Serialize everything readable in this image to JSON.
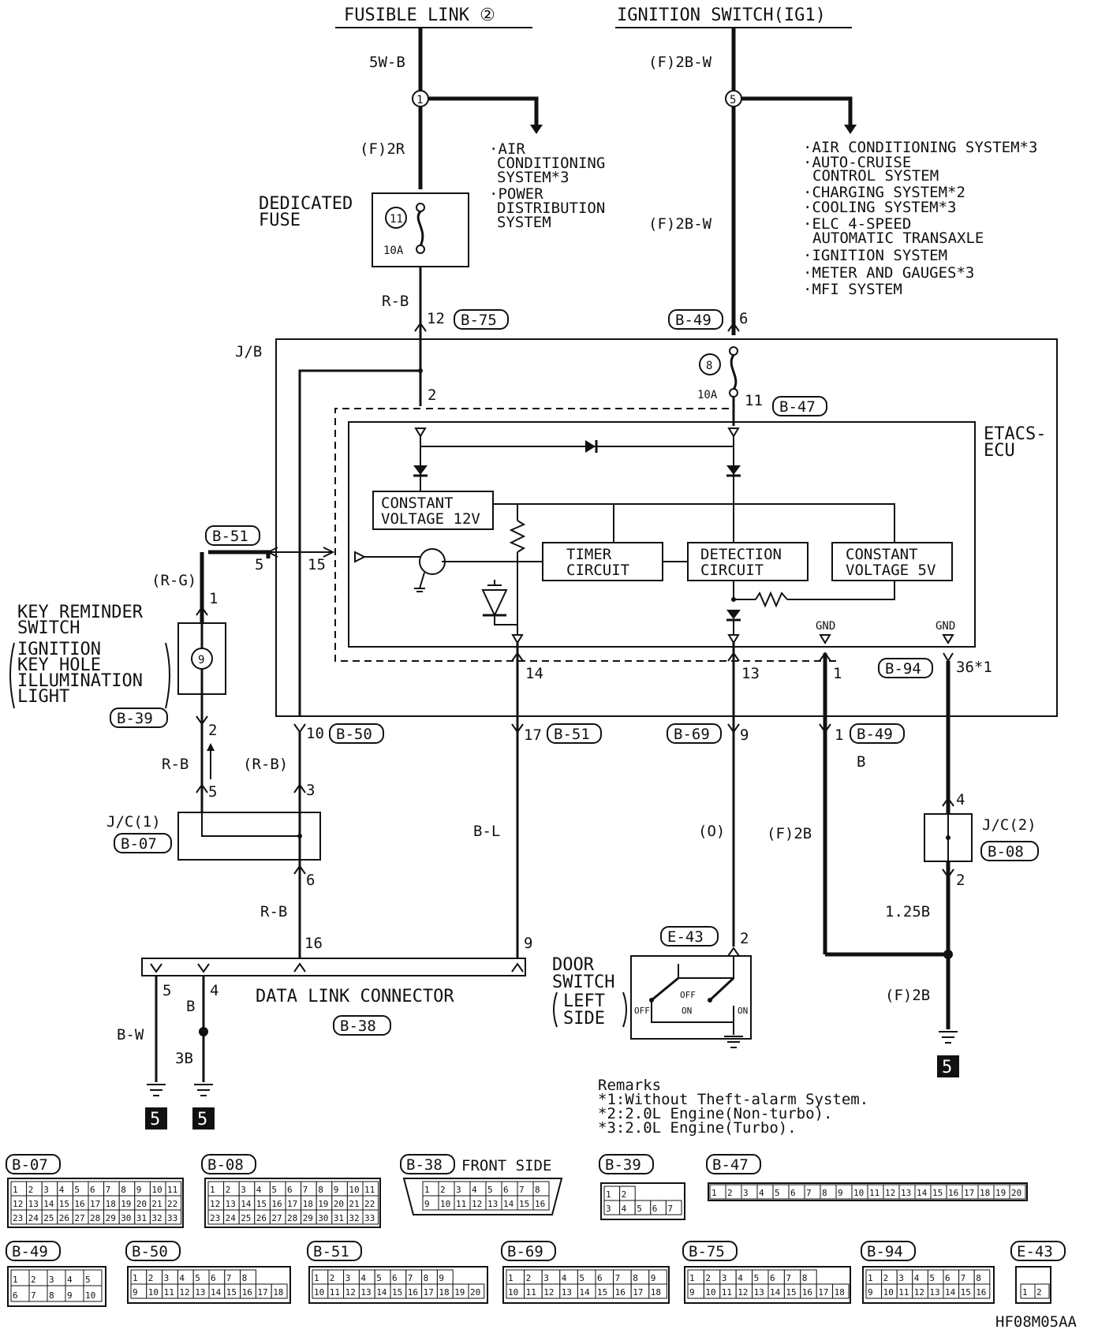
{
  "sources": {
    "fusible_link": "FUSIBLE LINK ②",
    "ignition_switch": "IGNITION SWITCH(IG1)"
  },
  "wire_colors": {
    "fl_main": "5W-B",
    "fl_to_fuse": "(F)2R",
    "ig_main": "(F)2B-W",
    "ig_mid": "(F)2B-W",
    "fuse_out": "R-B",
    "key_top": "(R-G)",
    "key_bottom": "R-B",
    "jb10": "(R-B)",
    "jc1_out": "R-B",
    "pin17": "B-L",
    "pin9": "(O)",
    "pin1": "(F)2B",
    "jc2_in": "B",
    "jc2_out": "1.25B",
    "gnd_right": "(F)2B",
    "dlc5": "B-W",
    "dlc4": "B",
    "dlc4_gnd": "3B"
  },
  "splices": {
    "fl": "1",
    "ig": "5"
  },
  "branch_fl": [
    "·AIR",
    "CONDITIONING",
    "SYSTEM*3",
    "·POWER",
    "DISTRIBUTION",
    "SYSTEM"
  ],
  "branch_ig": [
    "·AIR CONDITIONING SYSTEM*3",
    "·AUTO-CRUISE",
    "CONTROL SYSTEM",
    "·CHARGING SYSTEM*2",
    "·COOLING SYSTEM*3",
    "·ELC 4-SPEED",
    "AUTOMATIC TRANSAXLE",
    "·IGNITION SYSTEM",
    "·METER AND GAUGES*3",
    "·MFI SYSTEM"
  ],
  "dedicated_fuse": {
    "label1": "DEDICATED",
    "label2": "FUSE",
    "num": "11",
    "rating": "10A"
  },
  "jb": {
    "label": "J/B",
    "fuse_num": "8",
    "fuse_rating": "10A",
    "pin12": "12",
    "pin6": "6",
    "pin2": "2",
    "pin11": "11",
    "pin5": "5",
    "pin15": "15",
    "pin14": "14",
    "pin13": "13",
    "pin1": "1",
    "pin36": "36*1",
    "pin10": "10",
    "pin17": "17",
    "pin9": "9",
    "pin1b": "1"
  },
  "connectors": {
    "b75": "B-75",
    "b49": "B-49",
    "b47": "B-47",
    "b51": "B-51",
    "b94": "B-94",
    "b50": "B-50",
    "b51b": "B-51",
    "b69": "B-69",
    "b49b": "B-49",
    "b39": "B-39",
    "b07": "B-07",
    "b08": "B-08",
    "e43": "E-43",
    "b38": "B-38"
  },
  "ecu": {
    "label1": "ETACS-",
    "label2": "ECU",
    "const12_1": "CONSTANT",
    "const12_2": "VOLTAGE 12V",
    "timer1": "TIMER",
    "timer2": "CIRCUIT",
    "detect1": "DETECTION",
    "detect2": "CIRCUIT",
    "const5_1": "CONSTANT",
    "const5_2": "VOLTAGE 5V",
    "gnd1": "GND",
    "gnd2": "GND"
  },
  "key_switch": {
    "l1": "KEY REMINDER",
    "l2": "SWITCH",
    "l3": "IGNITION",
    "l4": "KEY HOLE",
    "l5": "ILLUMINATION",
    "l6": "LIGHT",
    "pin1": "1",
    "pin2": "2",
    "num": "9"
  },
  "jc1": {
    "label": "J/C(1)",
    "pin5": "5",
    "pin3": "3",
    "pin6": "6"
  },
  "jc2": {
    "label": "J/C(2)",
    "pin4": "4",
    "pin2": "2"
  },
  "dlc": {
    "label": "DATA LINK CONNECTOR",
    "pin16": "16",
    "pin9": "9",
    "pin5": "5",
    "pin4": "4"
  },
  "door_switch": {
    "l1": "DOOR",
    "l2": "SWITCH",
    "l3": "LEFT",
    "l4": "SIDE",
    "pin2": "2",
    "off1": "OFF",
    "on1": "ON",
    "off2": "OFF",
    "on2": "ON"
  },
  "ground_marker": "5",
  "remarks": {
    "title": "Remarks",
    "r1": "*1:Without Theft-alarm System.",
    "r2": "*2:2.0L Engine(Non-turbo).",
    "r3": "*3:2.0L Engine(Turbo)."
  },
  "connector_views": {
    "b07": "B-07",
    "b08": "B-08",
    "b38": "B-38",
    "b38_side": "FRONT SIDE",
    "b39": "B-39",
    "b47": "B-47",
    "b49": "B-49",
    "b50": "B-50",
    "b51": "B-51",
    "b69": "B-69",
    "b75": "B-75",
    "b94": "B-94",
    "e43": "E-43"
  },
  "figure_code": "HF08M05AA"
}
